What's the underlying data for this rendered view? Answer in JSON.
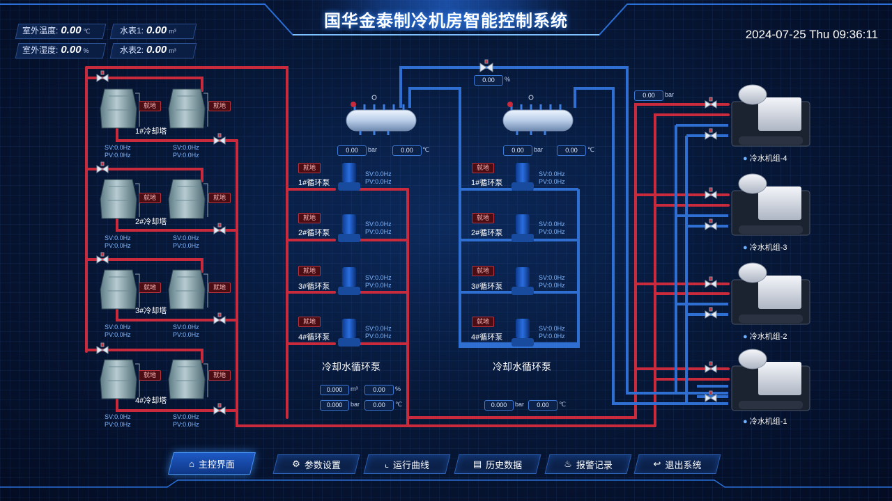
{
  "header": {
    "title": "国华金泰制冷机房智能控制系统",
    "datetime": "2024-07-25  Thu  09:36:11",
    "outdoor_temp": {
      "label": "室外温度:",
      "value": "0.00",
      "unit": "℃"
    },
    "outdoor_humidity": {
      "label": "室外湿度:",
      "value": "0.00",
      "unit": "%"
    },
    "meter1": {
      "label": "水表1:",
      "value": "0.00",
      "unit": "m³"
    },
    "meter2": {
      "label": "水表2:",
      "value": "0.00",
      "unit": "m³"
    }
  },
  "cooling_towers": [
    {
      "name": "1#冷却塔",
      "status_a": "就地",
      "status_b": "就地",
      "sv_a": "SV:0.0Hz",
      "pv_a": "PV:0.0Hz",
      "sv_b": "SV:0.0Hz",
      "pv_b": "PV:0.0Hz"
    },
    {
      "name": "2#冷却塔",
      "status_a": "就地",
      "status_b": "就地",
      "sv_a": "SV:0.0Hz",
      "pv_a": "PV:0.0Hz",
      "sv_b": "SV:0.0Hz",
      "pv_b": "PV:0.0Hz"
    },
    {
      "name": "3#冷却塔",
      "status_a": "就地",
      "status_b": "就地",
      "sv_a": "SV:0.0Hz",
      "pv_a": "PV:0.0Hz",
      "sv_b": "SV:0.0Hz",
      "pv_b": "PV:0.0Hz"
    },
    {
      "name": "4#冷却塔",
      "status_a": "就地",
      "status_b": "就地",
      "sv_a": "SV:0.0Hz",
      "pv_a": "PV:0.0Hz",
      "sv_b": "SV:0.0Hz",
      "pv_b": "PV:0.0Hz"
    }
  ],
  "cooling_pumps": {
    "group_title": "冷却水循环泵",
    "pumps": [
      {
        "name": "1#循环泵",
        "status": "就地",
        "sv": "SV:0.0Hz",
        "pv": "PV:0.0Hz"
      },
      {
        "name": "2#循环泵",
        "status": "就地",
        "sv": "SV:0.0Hz",
        "pv": "PV:0.0Hz"
      },
      {
        "name": "3#循环泵",
        "status": "就地",
        "sv": "SV:0.0Hz",
        "pv": "PV:0.0Hz"
      },
      {
        "name": "4#循环泵",
        "status": "就地",
        "sv": "SV:0.0Hz",
        "pv": "PV:0.0Hz"
      }
    ],
    "header_pressure": "0.00",
    "header_temp": "0.00",
    "flow": "0.000",
    "flow_unit": "m³",
    "ratio": "0.00",
    "return_pressure": "0.000",
    "return_temp": "0.00"
  },
  "chilled_pumps": {
    "group_title": "冷却水循环泵",
    "pumps": [
      {
        "name": "1#循环泵",
        "status": "就地",
        "sv": "SV:0.0Hz",
        "pv": "PV:0.0Hz"
      },
      {
        "name": "2#循环泵",
        "status": "就地",
        "sv": "SV:0.0Hz",
        "pv": "PV:0.0Hz"
      },
      {
        "name": "3#循环泵",
        "status": "就地",
        "sv": "SV:0.0Hz",
        "pv": "PV:0.0Hz"
      },
      {
        "name": "4#循环泵",
        "status": "就地",
        "sv": "SV:0.0Hz",
        "pv": "PV:0.0Hz"
      }
    ],
    "header_pressure": "0.00",
    "header_temp": "0.00",
    "return_pressure": "0.000",
    "return_temp": "0.00"
  },
  "bypass_valve": {
    "value": "0.00",
    "unit": "%"
  },
  "chiller_pressure": {
    "value": "0.00",
    "unit": "bar"
  },
  "chillers": [
    {
      "name": "冷水机组-4"
    },
    {
      "name": "冷水机组-3"
    },
    {
      "name": "冷水机组-2"
    },
    {
      "name": "冷水机组-1"
    }
  ],
  "units": {
    "bar": "bar",
    "celsius": "℃",
    "percent": "%"
  },
  "nav": [
    {
      "label": "主控界面",
      "icon": "home-icon",
      "active": true
    },
    {
      "label": "参数设置",
      "icon": "gear-icon",
      "active": false
    },
    {
      "label": "运行曲线",
      "icon": "chart-icon",
      "active": false
    },
    {
      "label": "历史数据",
      "icon": "database-icon",
      "active": false
    },
    {
      "label": "报警记录",
      "icon": "alarm-icon",
      "active": false
    },
    {
      "label": "退出系统",
      "icon": "exit-icon",
      "active": false
    }
  ],
  "colors": {
    "hot_pipe": "#c92b3c",
    "cold_pipe": "#2f6fd1",
    "accent": "#3a8cff"
  }
}
